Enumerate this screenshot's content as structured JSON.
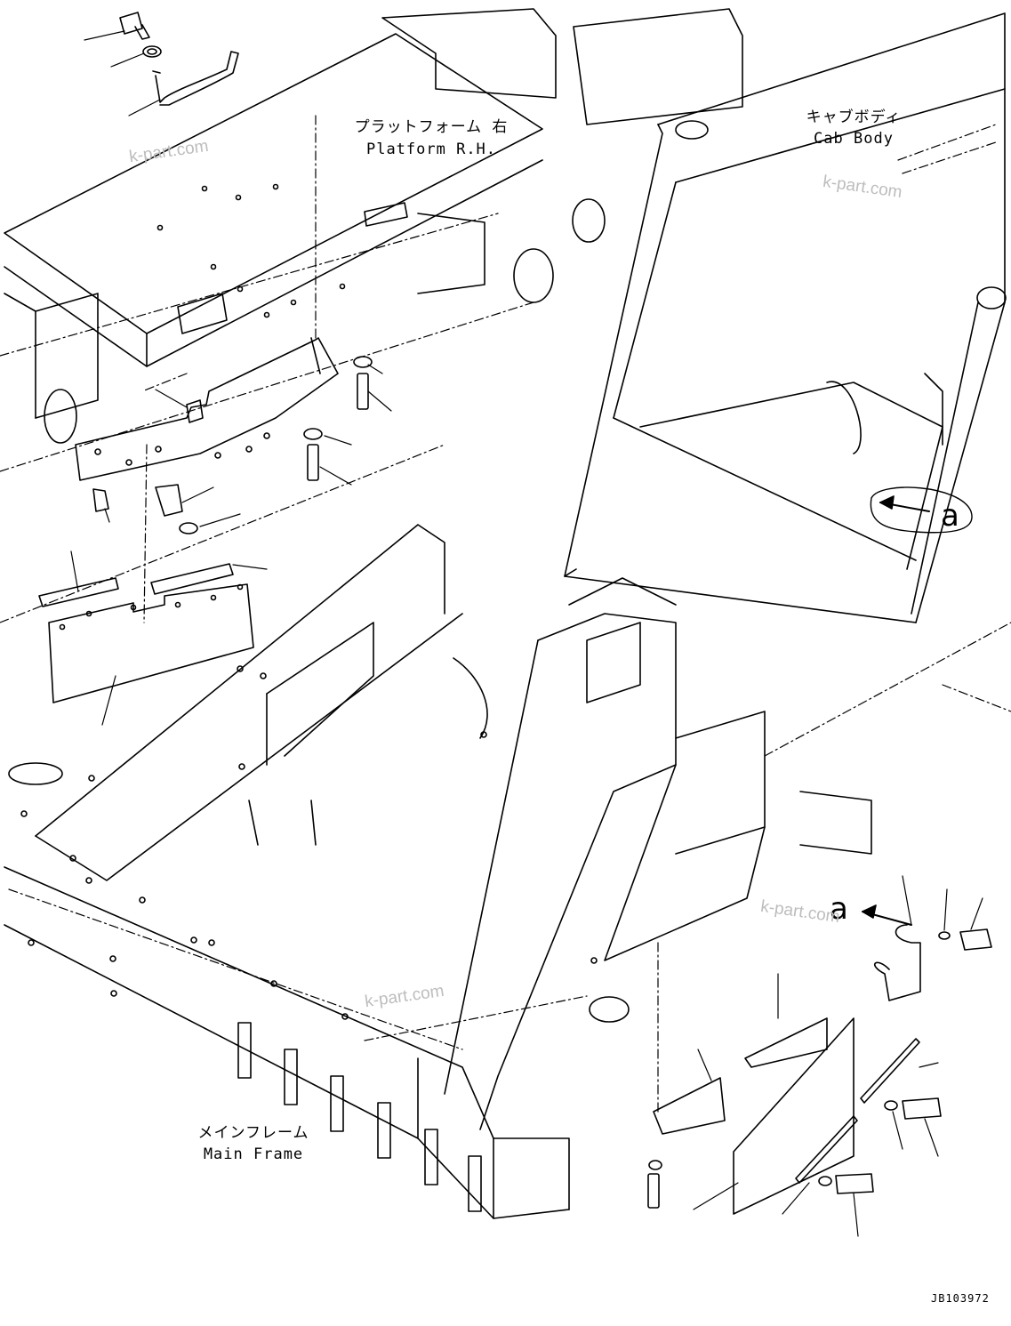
{
  "labels": {
    "platform_jp": "プラットフォーム 右",
    "platform_en": "Platform R.H.",
    "cab_jp": "キャブボディ",
    "cab_en": "Cab Body",
    "main_frame_jp": "メインフレーム",
    "main_frame_en": "Main Frame"
  },
  "callouts": {
    "view_a_1": "a",
    "view_a_2": "a"
  },
  "watermarks": [
    "k-part.com",
    "k-part.com",
    "k-part.com",
    "k-part.com"
  ],
  "drawing_code": "JB103972",
  "colors": {
    "line": "#000000",
    "watermark": "#bdbdbd",
    "background": "#ffffff"
  }
}
